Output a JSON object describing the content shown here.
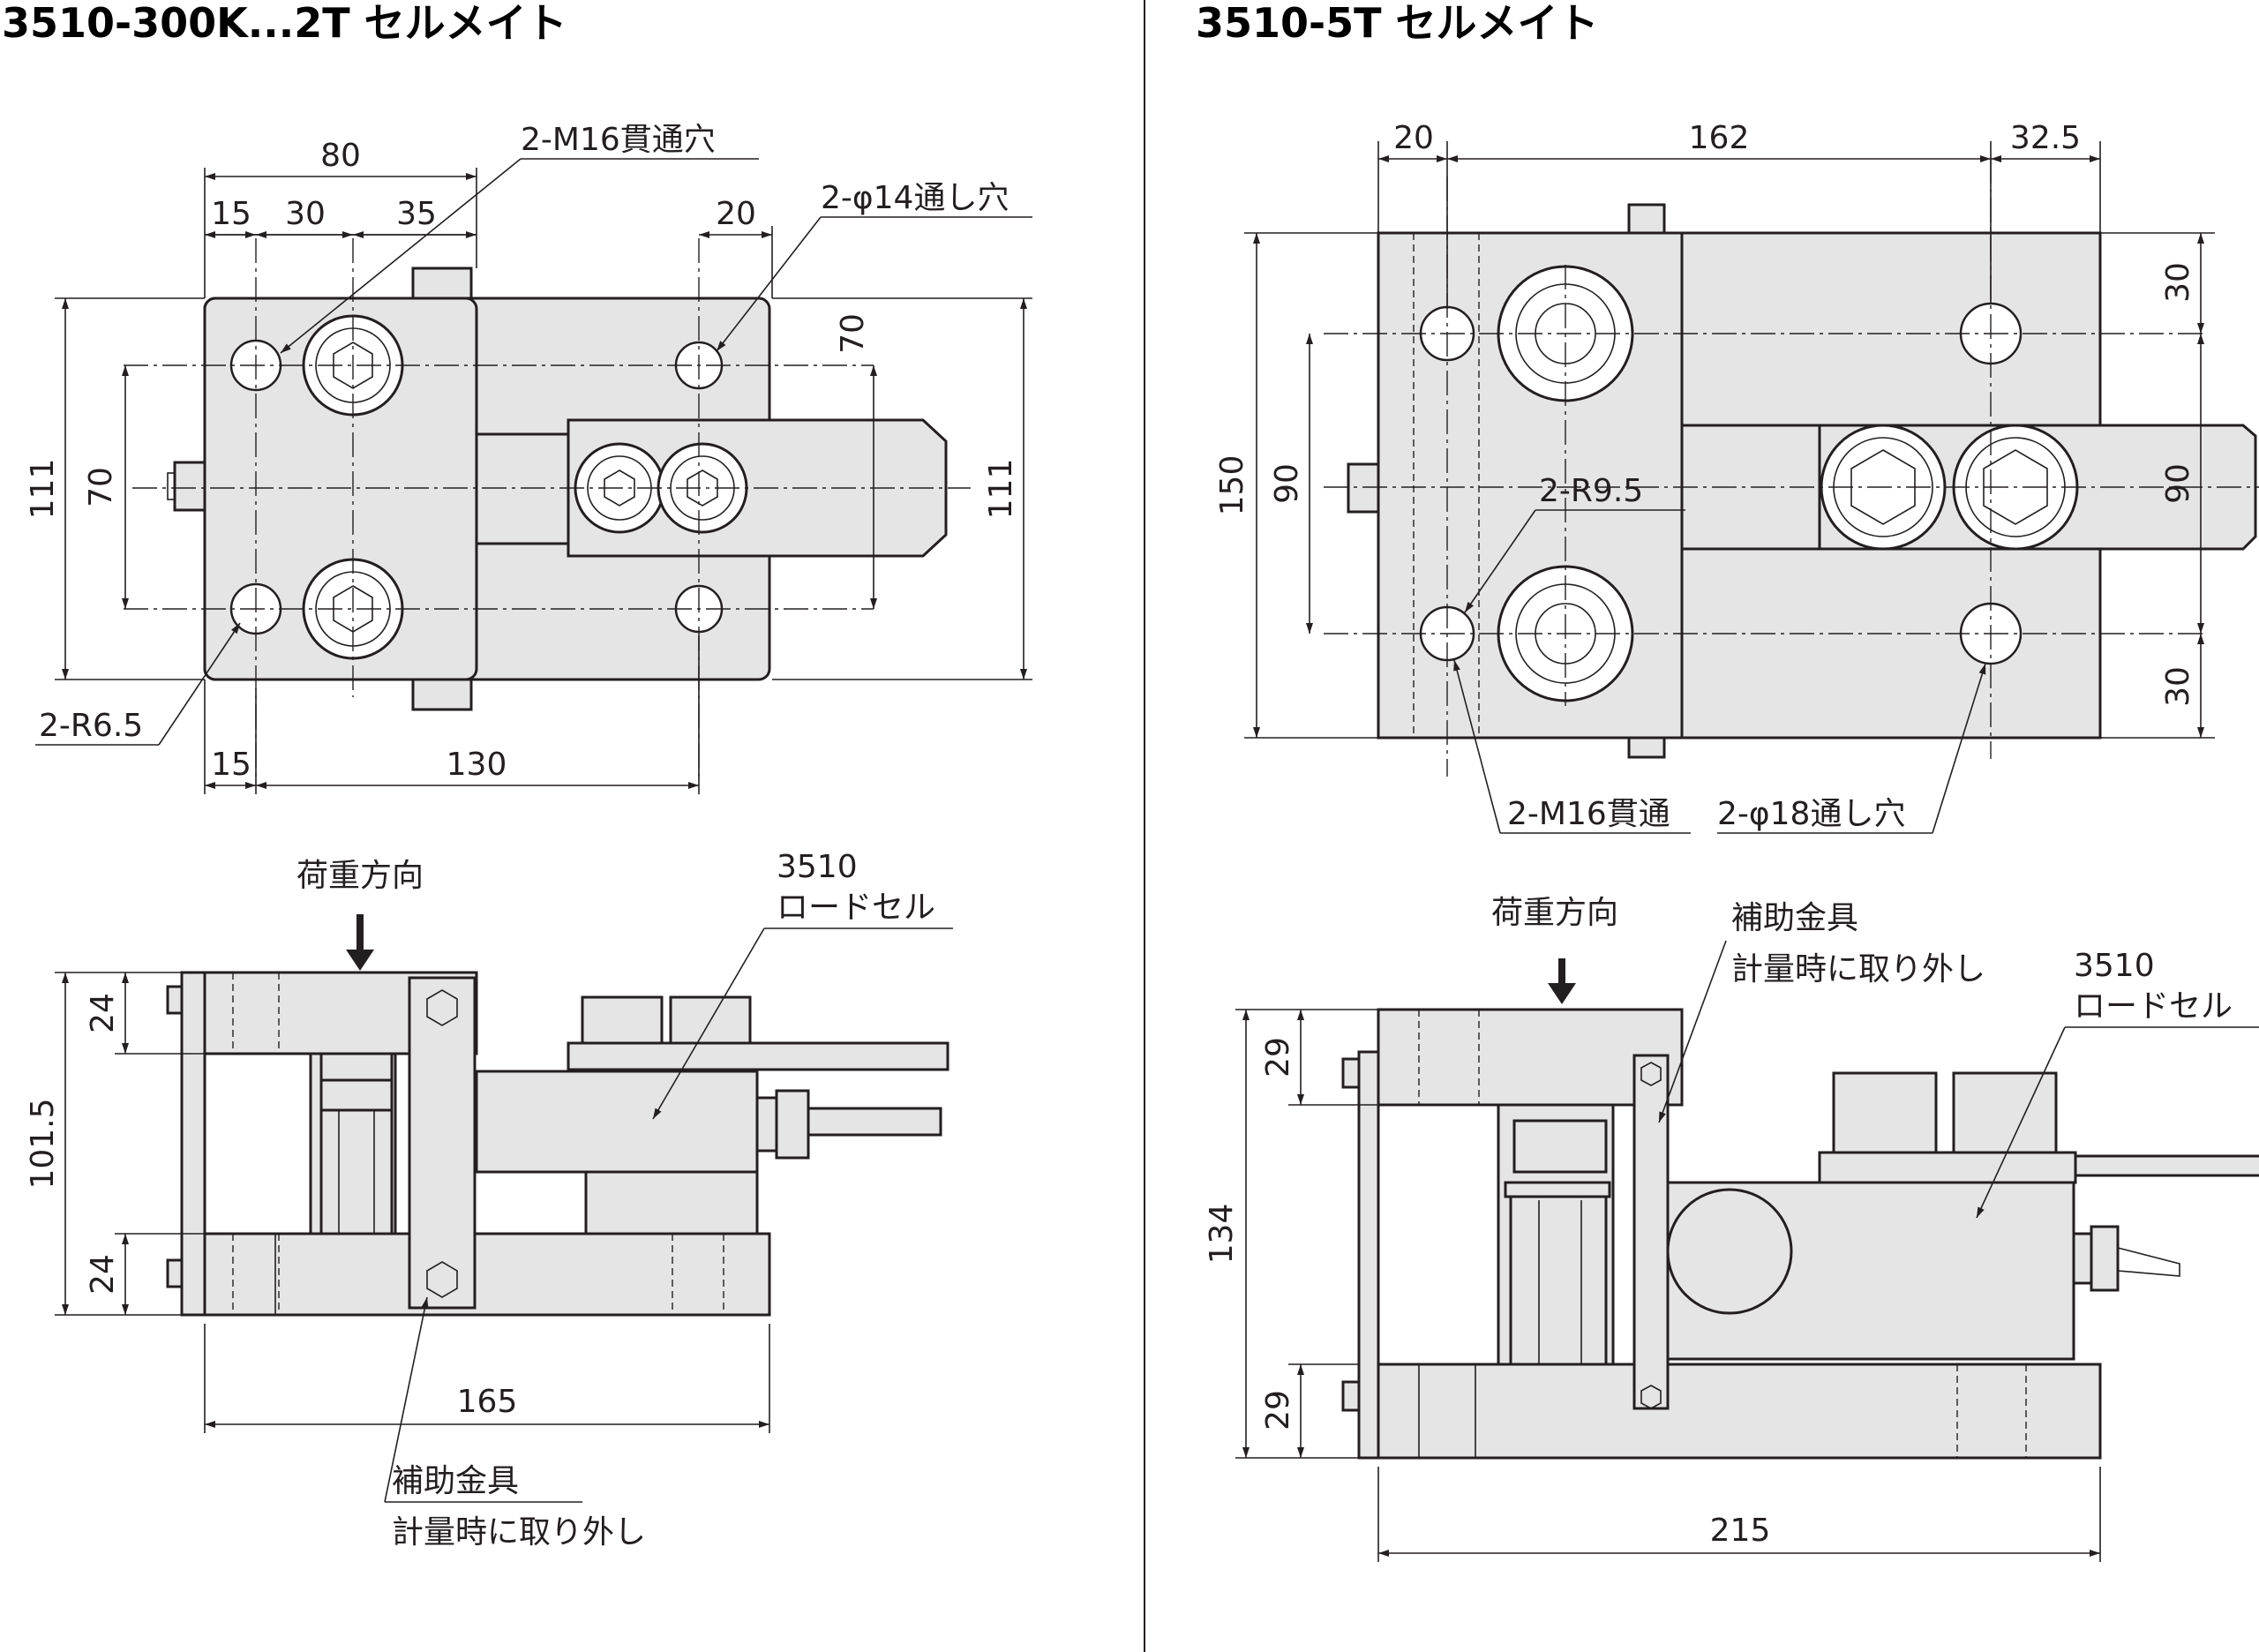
{
  "left": {
    "title": "3510-300K...2T セルメイト",
    "top_view": {
      "dims": {
        "d80": "80",
        "d15a": "15",
        "d30": "30",
        "d35": "35",
        "d20": "20",
        "d111l": "111",
        "d70l": "70",
        "d70r": "70",
        "d111r": "111",
        "d15b": "15",
        "d130": "130"
      },
      "callouts": {
        "m16": "2-M16貫通穴",
        "phi14": "2-φ14通し穴",
        "r65": "2-R6.5"
      }
    },
    "side_view": {
      "load_direction": "荷重方向",
      "loadcell_model": "3510",
      "loadcell_name": "ロードセル",
      "dims": {
        "d24a": "24",
        "d1015": "101.5",
        "d24b": "24",
        "d165": "165"
      },
      "bracket_line1": "補助金具",
      "bracket_line2": "計量時に取り外し"
    }
  },
  "right": {
    "title": "3510-5T セルメイト",
    "top_view": {
      "dims": {
        "d20": "20",
        "d162": "162",
        "d325": "32.5",
        "d150": "150",
        "d90l": "90",
        "d30a": "30",
        "d90r": "90",
        "d30b": "30"
      },
      "callouts": {
        "r95": "2-R9.5",
        "m16": "2-M16貫通",
        "phi18": "2-φ18通し穴"
      }
    },
    "side_view": {
      "load_direction": "荷重方向",
      "bracket_line1": "補助金具",
      "bracket_line2": "計量時に取り外し",
      "loadcell_model": "3510",
      "loadcell_name": "ロードセル",
      "dims": {
        "d29a": "29",
        "d134": "134",
        "d29b": "29",
        "d215": "215"
      }
    }
  }
}
